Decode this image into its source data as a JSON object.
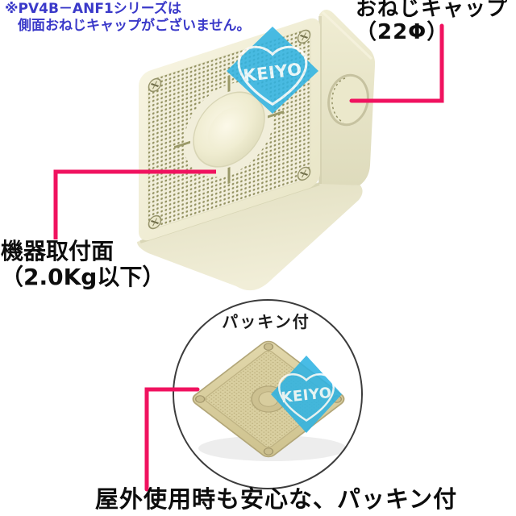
{
  "note": {
    "line1": "※PV4B－ANF1シリーズは",
    "line2": "側面おねじキャップがございません。"
  },
  "callouts": {
    "cap": {
      "line1": "おねじキャップ",
      "line2": "（22Φ）"
    },
    "mount": {
      "line1": "機器取付面",
      "line2": "（2.0Kg以下）"
    }
  },
  "packing": {
    "badge": "パッキン付",
    "caption": "屋外使用時も安心な、パッキン付"
  },
  "brand": {
    "logo_text": "KEIYO"
  },
  "colors": {
    "note_text": "#3a39c9",
    "label_text": "#0d0d0d",
    "callout_line": "#f0125f",
    "logo_cyan": "#2fb3e3",
    "box_cream": "#f2efdb",
    "perforation_dot": "#84834e",
    "gasket_tan": "#d8cd9e",
    "circle_outline": "#3c3c3c",
    "background": "#ffffff"
  },
  "icons": {
    "screw": "phillips-screw-icon",
    "dome": "center-dome-icon",
    "knockout_cap": "side-screw-cap-icon",
    "gasket": "square-gasket-icon",
    "logo": "keiyo-diamond-logo"
  }
}
